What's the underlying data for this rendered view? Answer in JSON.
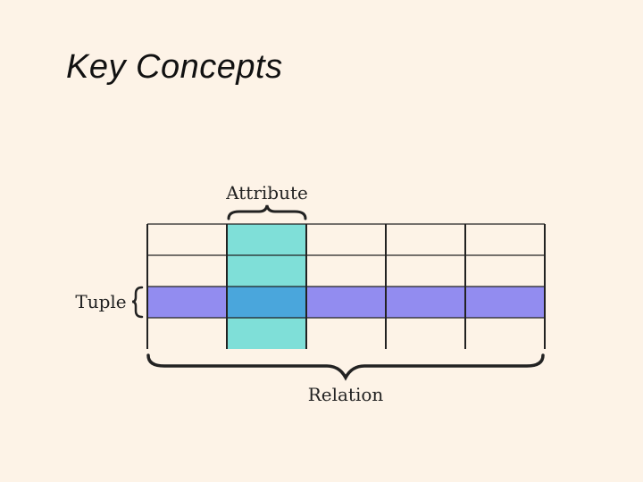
{
  "slide": {
    "title": "Key Concepts"
  },
  "diagram": {
    "labels": {
      "attribute": "Attribute",
      "tuple": "Tuple",
      "relation": "Relation"
    },
    "table": {
      "columns": 5,
      "rows": 4,
      "highlighted_column": 2,
      "highlighted_row": 3
    },
    "colors": {
      "background": "#fdf3e7",
      "attribute_fill": "#7fdfd8",
      "tuple_fill": "#928cf0",
      "overlap_fill": "#4aa6dc",
      "grid_line": "#222222"
    }
  }
}
